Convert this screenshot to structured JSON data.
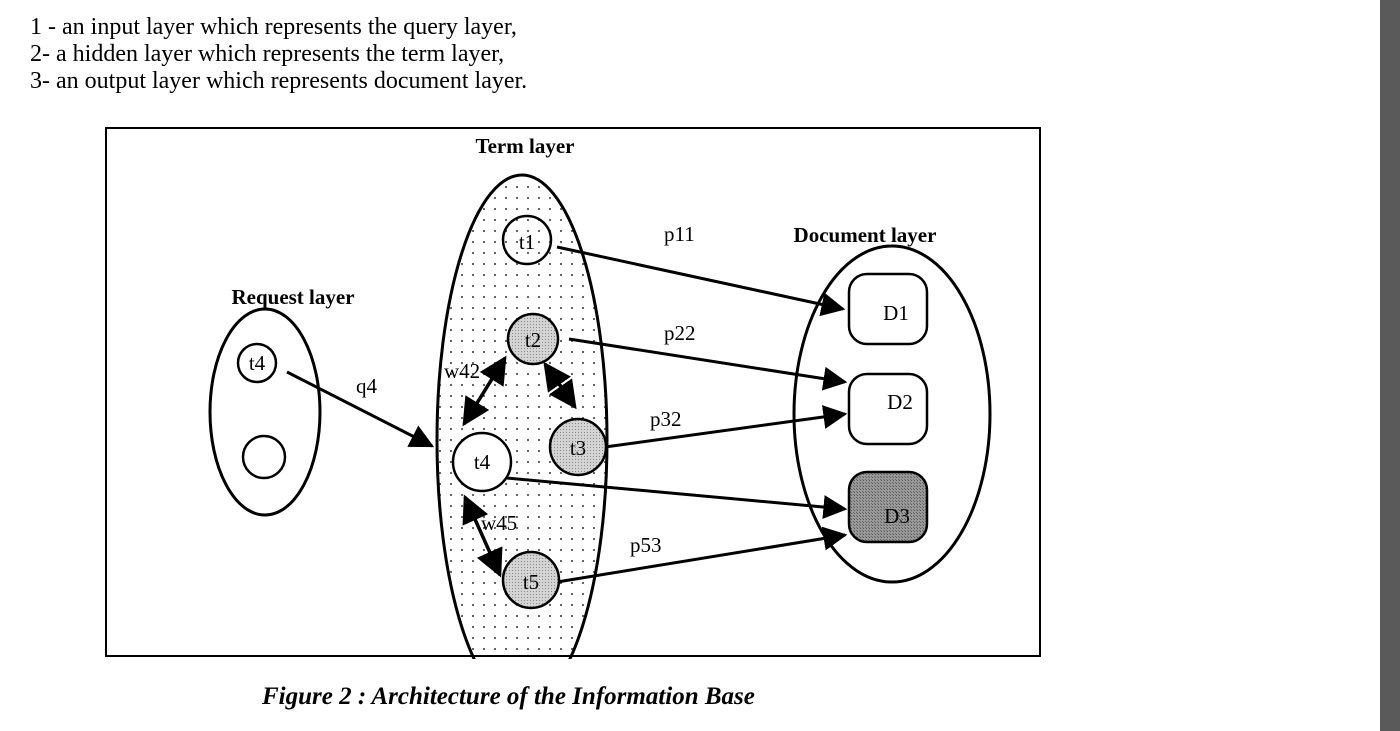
{
  "intro": {
    "line1": "1 - an input layer which represents the query layer,",
    "line2": "2- a hidden layer which represents the term layer,",
    "line3": "3- an output layer which represents document layer."
  },
  "figure": {
    "layers": {
      "term": "Term layer",
      "request": "Request layer",
      "document": "Document layer"
    },
    "nodes": {
      "request_t4": "t4",
      "t1": "t1",
      "t2": "t2",
      "t3": "t3",
      "t4": "t4",
      "t5": "t5",
      "d1": "D1",
      "d2": "D2",
      "d3": "D3"
    },
    "weights": {
      "q4": "q4",
      "w42": "w42",
      "w45": "w45",
      "p11": "p11",
      "p22": "p22",
      "p32": "p32",
      "p53": "p53"
    },
    "colors": {
      "shaded_node": "#c8c8c8",
      "shaded_document": "#8e8e8e",
      "dots": "#555555"
    }
  },
  "caption": "Figure 2 : Architecture of the Information Base"
}
